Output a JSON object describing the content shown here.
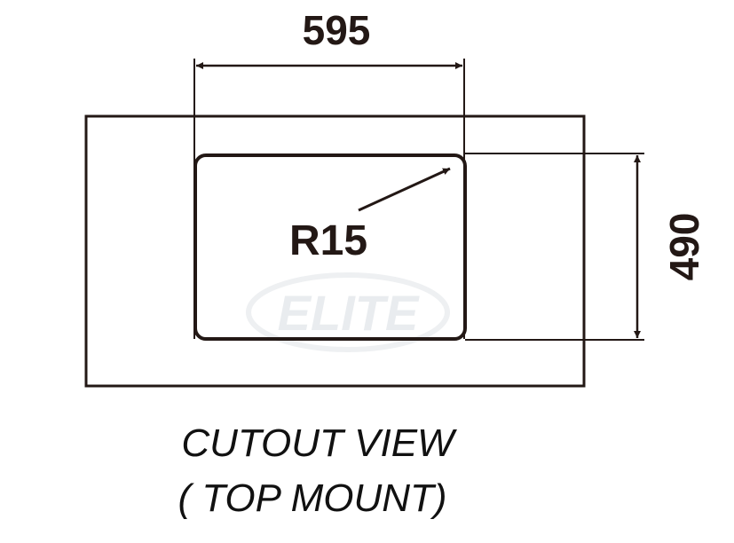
{
  "diagram": {
    "title_line1": "CUTOUT VIEW",
    "title_line2": "( TOP MOUNT)",
    "width_dimension": "595",
    "height_dimension": "490",
    "corner_radius_label": "R15",
    "watermark": "ELITE",
    "line_color": "#231815"
  }
}
